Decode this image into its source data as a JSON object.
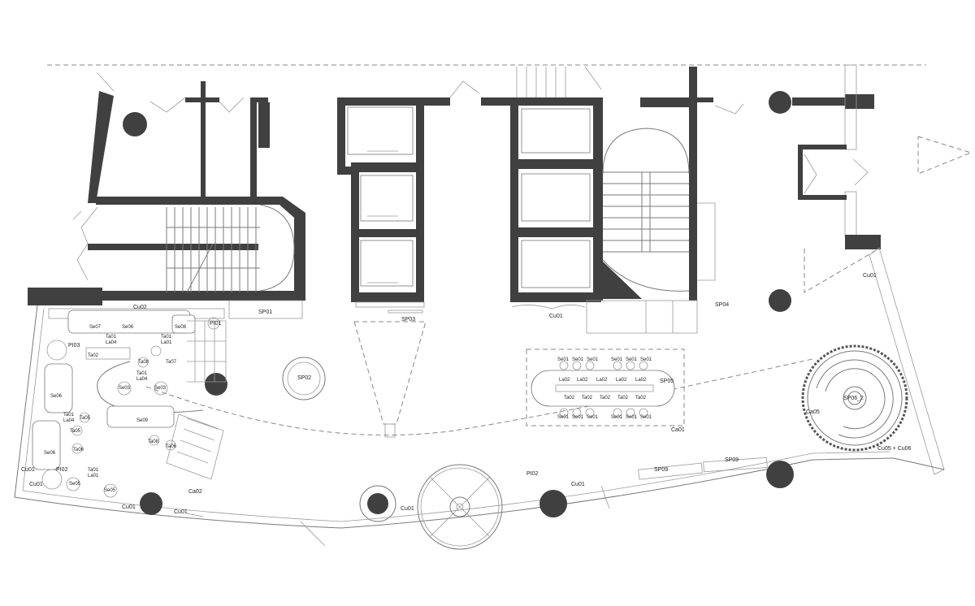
{
  "labels": {
    "sp01": "SP01",
    "sp02": "SP02",
    "sp03": "SP03",
    "sp04": "SP04",
    "sp05": "SP05",
    "sp06_2": "SP06_2",
    "sp09a": "SP09",
    "sp09b": "SP09",
    "cu01_tr": "Cu01",
    "cu01_core": "Cu01",
    "cu01_bl": "Cu01",
    "cu01_b1": "Cu01",
    "cu01_b2": "Cu01",
    "cu01_b3": "Cu01",
    "cu01_b4": "Cu01",
    "cu01_b5": "Cu01",
    "cu02": "Cu02",
    "ca01": "Ca01",
    "ca02": "Ca02",
    "ca05": "Ca05",
    "cu05_cu06": "Cu05 + Cu06",
    "pi01": "PI01",
    "pi02a": "PI02",
    "pi02b": "PI02",
    "pi03": "PI03",
    "se07": "Se07",
    "se06a": "Se06",
    "se08": "Se08",
    "ta02": "Ta02",
    "ta01la04a": "Ta01\nLa04",
    "ta01la01a": "Ta01\nLa01",
    "ta08a": "Ta08",
    "ta07": "Ta07",
    "ta01la04b": "Ta01\nLa04",
    "se03a": "Se03",
    "se03b": "Se03",
    "se06b": "Se06",
    "ta01la04c": "Ta01\nLa04",
    "ta05a": "Ta05",
    "se09": "Se09",
    "ta08b": "Ta08",
    "ta05b": "Ta05",
    "ta06a": "Ta06",
    "ta06b": "Ta06",
    "se06c": "Se06",
    "se05a": "Se05",
    "se05b": "Se05",
    "ta01la01b": "Ta01\nLa01",
    "se01": "Se01",
    "la02": "La02",
    "ta02t": "Ta02"
  }
}
